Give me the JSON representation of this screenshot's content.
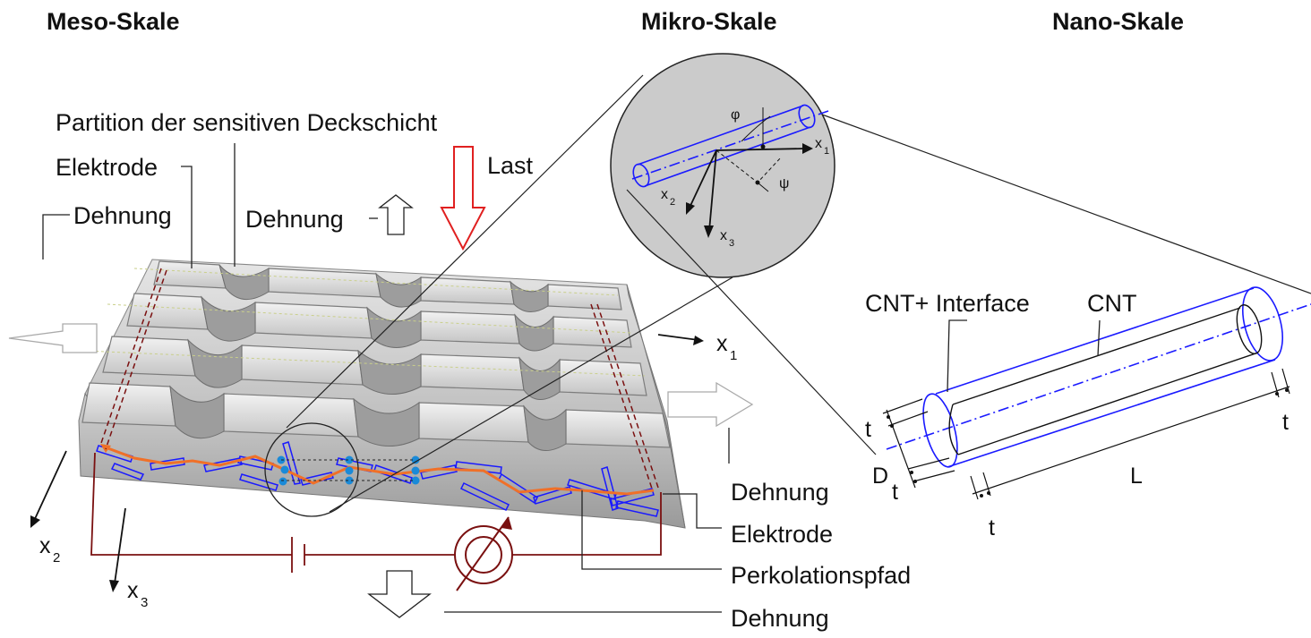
{
  "headers": {
    "meso": "Meso-Skale",
    "mikro": "Mikro-Skale",
    "nano": "Nano-Skale"
  },
  "meso": {
    "partition_label": "Partition der sensitiven Deckschicht",
    "elektrode_top": "Elektrode",
    "dehnung_left": "Dehnung",
    "dehnung_top": "Dehnung",
    "last": "Last",
    "x1": "x",
    "x1_sub": "1",
    "x2": "x",
    "x2_sub": "2",
    "x3": "x",
    "x3_sub": "3",
    "dehnung_right": "Dehnung",
    "elektrode_right": "Elektrode",
    "perkolation": "Perkolationspfad",
    "dehnung_bottom": "Dehnung"
  },
  "mikro": {
    "phi": "φ",
    "psi": "ψ",
    "x1": "x",
    "x1_sub": "1",
    "x2": "x",
    "x2_sub": "2",
    "x3": "x",
    "x3_sub": "3"
  },
  "nano": {
    "cnt_interface": "CNT+ Interface",
    "cnt": "CNT",
    "t_left_top": "t",
    "D": "D",
    "t_left_bottom": "t",
    "L": "L",
    "t_bottom": "t",
    "t_right": "t"
  },
  "colors": {
    "cnt_blue": "#1a1aff",
    "path_orange": "#f07028",
    "circuit_red": "#7a1010",
    "last_red": "#e02020",
    "node_blue": "#1a8ad8",
    "circle_fill": "#cbcbcb",
    "plate_gray": "#c8c8c8"
  }
}
